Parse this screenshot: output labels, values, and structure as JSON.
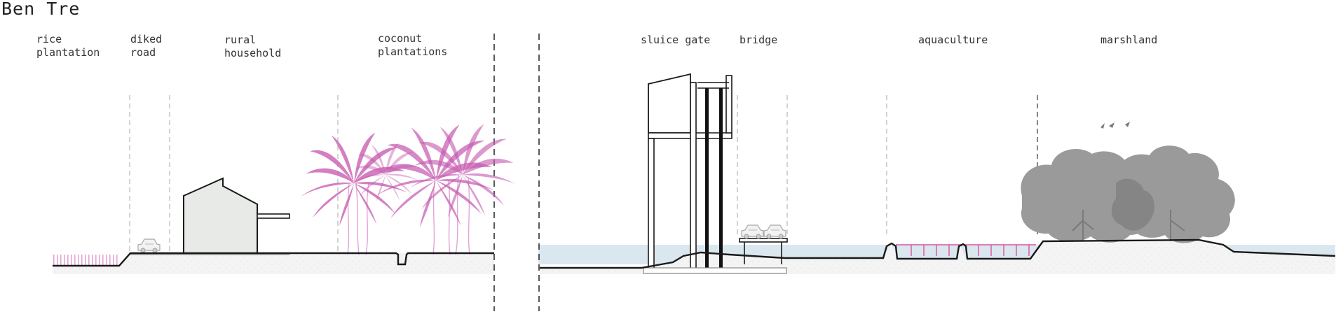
{
  "title": "Ben Tre",
  "zones": {
    "rice_plantation": "rice\nplantation",
    "diked_road": "diked\nroad",
    "rural_household": "rural\nhousehold",
    "coconut_plantations": "coconut\nplantations",
    "sluice_gate": "sluice gate",
    "bridge": "bridge",
    "aquaculture": "aquaculture",
    "marshland": "marshland"
  },
  "colors": {
    "water": "#dbe7ee",
    "ground": "#f4f4f4",
    "palm": "#c65bb0",
    "rice": "#e6a6d4",
    "tree": "#9a9a9a",
    "tree_dark": "#858585",
    "house_fill": "#e8eae8",
    "net": "#d9549e",
    "line": "#1a1a1a"
  },
  "icons": {
    "palm": "palm-tree-icon",
    "tree": "mangrove-tree-icon",
    "car": "car-icon",
    "birds": "birds-icon"
  }
}
